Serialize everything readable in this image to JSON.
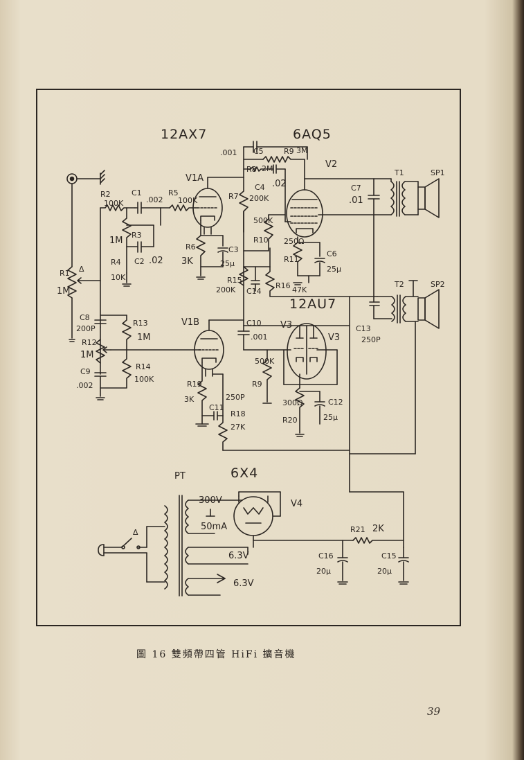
{
  "diagram": {
    "tube_titles": {
      "preamp": "12AX7",
      "output": "6AQ5",
      "phase": "12AU7",
      "rectifier": "6X4"
    },
    "tube_labels": {
      "v1a": "V1A",
      "v1b": "V1B",
      "v2": "V2",
      "v3a": "V3",
      "v3b": "V3",
      "v4": "V4"
    },
    "components": {
      "r1": "R1",
      "r1v": "1M",
      "r2": "R2",
      "r2v": "100K",
      "c1": "C1",
      "c1v": ".002",
      "r3": "R3",
      "r3v": "1M",
      "c2": "C2",
      "c2v": ".02",
      "r4": "R4",
      "r4v": "10K",
      "r5": "R5",
      "r5v": "100K",
      "r6": "R6",
      "r6v": "3K",
      "c3": "C3",
      "c3v": "25μ",
      "c5": "C5",
      "c5top": ".001",
      "r9": "R9",
      "r9v": "3M",
      "r8": "R8",
      "r8v": "2M",
      "c4": "C4",
      "c4v": ".02",
      "r7": "R7",
      "r7v": "200K",
      "r10": "R10",
      "r10v": "500K",
      "r11": "R11",
      "r11v": "250Ω",
      "c6": "C6",
      "c6v": "25μ",
      "r15": "R15",
      "r15v": "200K",
      "c14": "C14",
      "r16": "R16",
      "r16v": "47K",
      "c7": "C7",
      "c7v": ".01",
      "t1": "T1",
      "sp1": "SP1",
      "t2": "T2",
      "sp2": "SP2",
      "c13": "C13",
      "c13v": "250P",
      "c8": "C8",
      "c8v": "200P",
      "r12": "R12",
      "r12v": "1M",
      "c9": "C9",
      "c9v": ".002",
      "r13": "R13",
      "r13v": "1M",
      "r14": "R14",
      "r14v": "100K",
      "c10": "C10",
      "c10v": ".001",
      "r19": "R19",
      "r19v": "3K",
      "c11": "C11",
      "c11v": "250P",
      "r18": "R18",
      "r18v": "27K",
      "r9b": "R9",
      "r9bv": "500K",
      "r20": "R20",
      "r20v": "300Ω",
      "c12": "C12",
      "c12v": "25μ",
      "pt": "PT",
      "hv": "300V",
      "hvma": "50mA",
      "fil1": "6.3V",
      "fil2": "6.3V",
      "r21": "R21",
      "r21v": "2K",
      "c16": "C16",
      "c16v": "20μ",
      "c15": "C15",
      "c15v": "20μ",
      "delta1": "Δ",
      "delta2": "Δ"
    }
  },
  "caption": "圖 16  雙頻帶四管 HiFi 擴音機",
  "page_number": "39",
  "colors": {
    "ink": "#2a2420",
    "paper": "#e6dcc6"
  }
}
